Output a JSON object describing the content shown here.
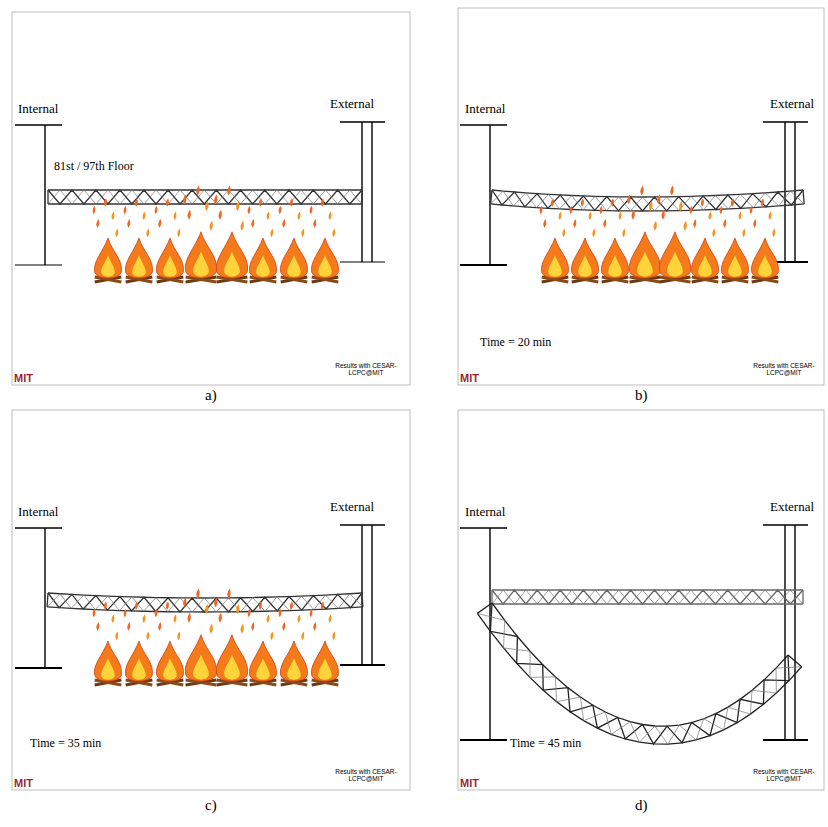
{
  "diagram": {
    "labels": [
      "Internal",
      "External",
      "81st / 97th Floor",
      "Results with CESAR-LCPC@MIT",
      "MIT",
      "a)",
      "Internal",
      "External",
      "Time = 20 min",
      "Results with CESAR-LCPC@MIT",
      "MIT",
      "b)",
      "Internal",
      "External",
      "Time = 35 min",
      "Results with CESAR-LCPC@MIT",
      "MIT",
      "c)",
      "Internal",
      "External",
      "Time = 45 min",
      "Results with CESAR-LCPC@MIT",
      "MIT",
      "d)"
    ]
  }
}
